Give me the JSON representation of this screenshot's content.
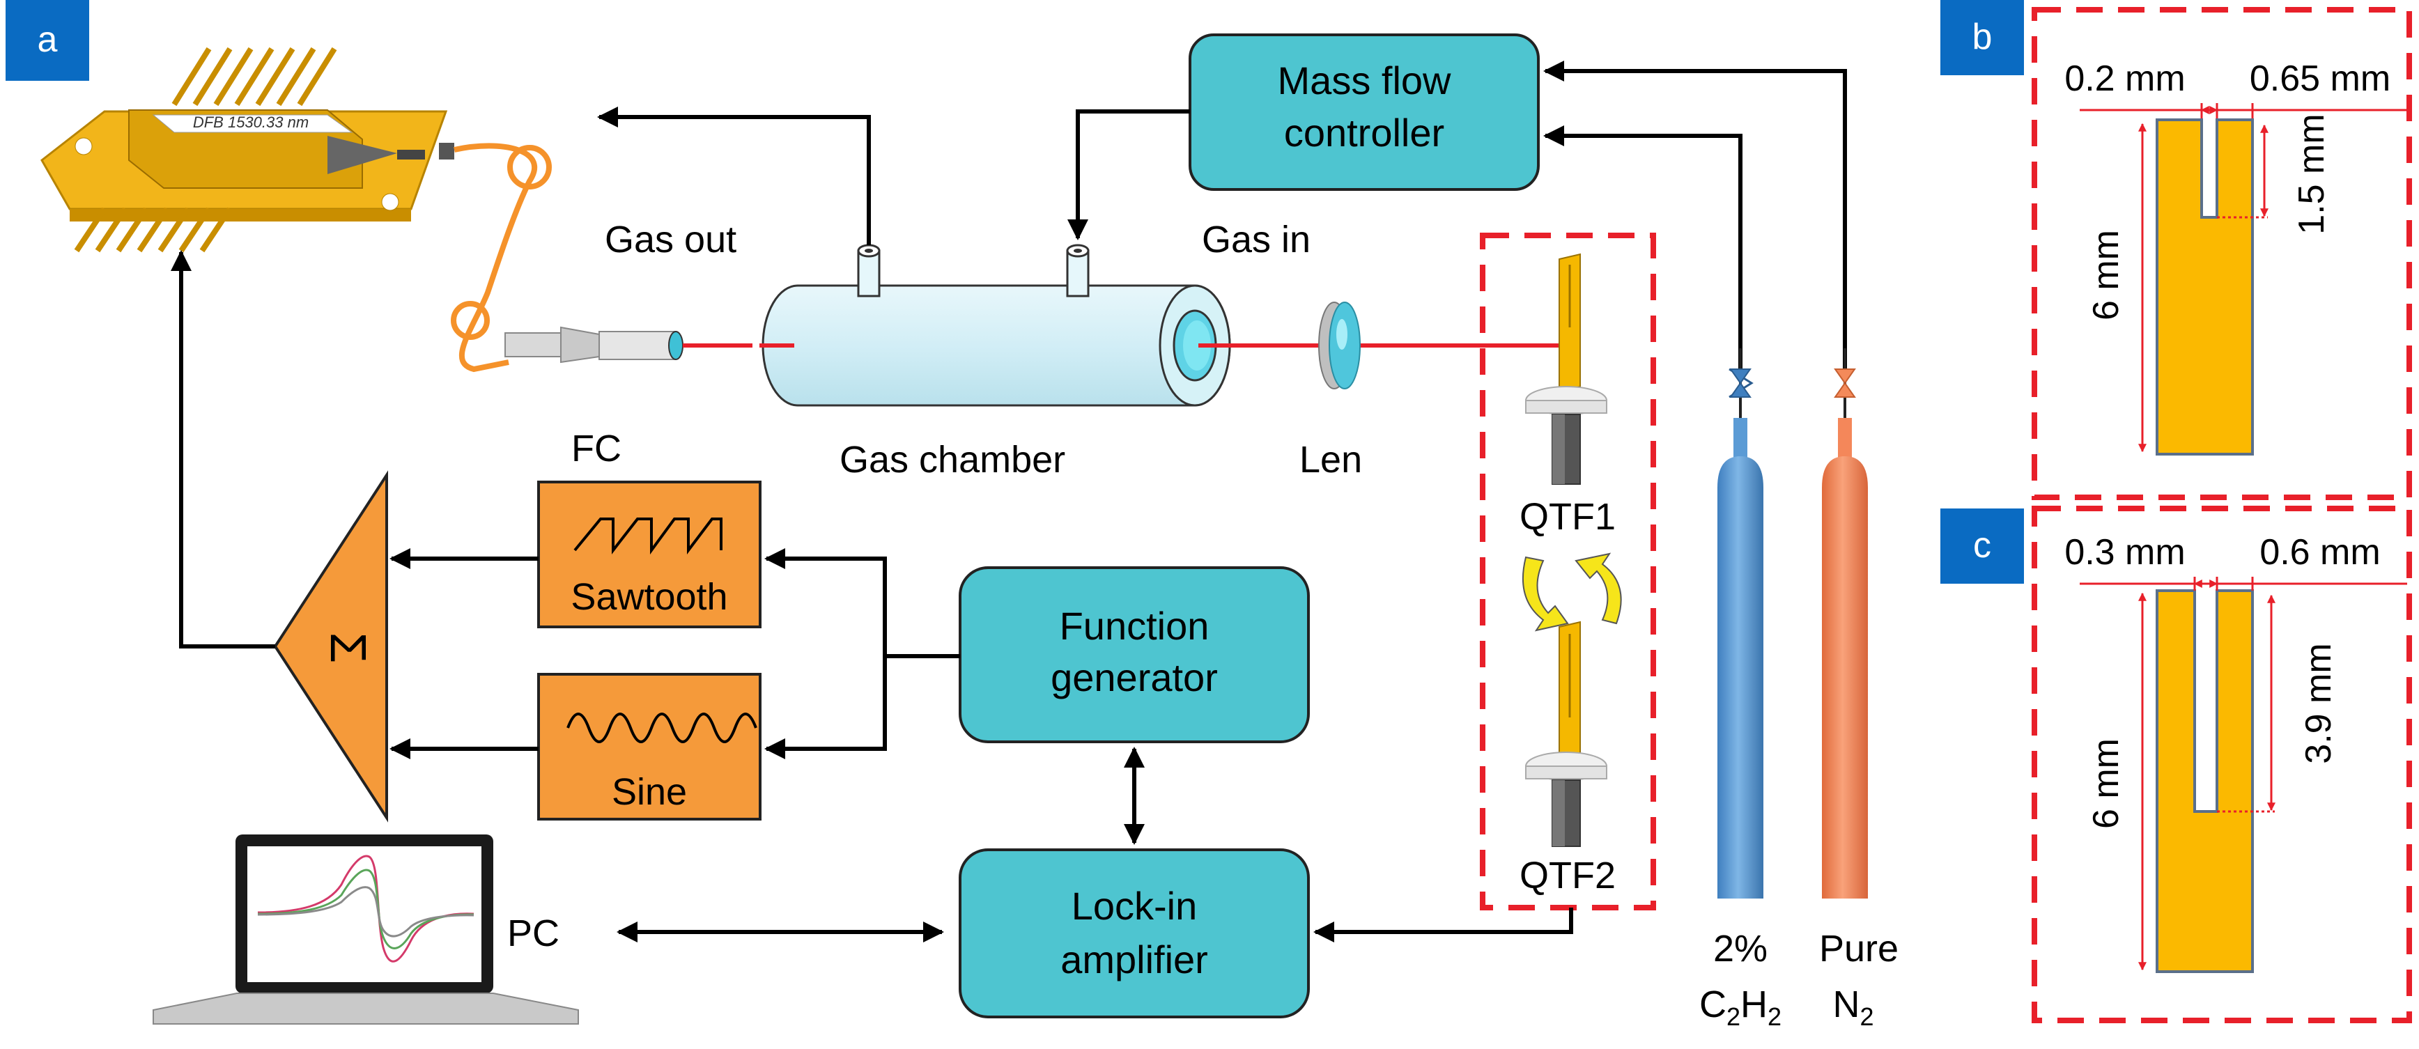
{
  "panels": {
    "a": "a",
    "b": "b",
    "c": "c"
  },
  "laser": {
    "label": "DFB 1530.33 nm"
  },
  "labels": {
    "gas_out": "Gas out",
    "gas_in": "Gas in",
    "gas_chamber": "Gas chamber",
    "len": "Len",
    "fc": "FC",
    "qtf1": "QTF1",
    "qtf2": "QTF2",
    "pc": "PC",
    "sum_symbol": "Σ"
  },
  "boxes": {
    "mass_flow_line1": "Mass flow",
    "mass_flow_line2": "controller",
    "function_gen_line1": "Function",
    "function_gen_line2": "generator",
    "lockin_line1": "Lock-in",
    "lockin_line2": "amplifier",
    "sawtooth": "Sawtooth",
    "sine": "Sine"
  },
  "cylinders": {
    "c2h2_line1": "2%",
    "c2h2_line2_a": "C",
    "c2h2_sub1": "2",
    "c2h2_line2_b": "H",
    "c2h2_sub2": "2",
    "n2_line1": "Pure",
    "n2_line2": "N",
    "n2_sub": "2"
  },
  "panel_b": {
    "gap": "0.2 mm",
    "prong": "0.65 mm",
    "slot": "1.5 mm",
    "length": "6 mm"
  },
  "panel_c": {
    "gap": "0.3 mm",
    "prong": "0.6 mm",
    "slot": "3.9 mm",
    "length": "6 mm"
  },
  "colors": {
    "panel_tag": "#0a6bc2",
    "box_fill": "#4ec5d0",
    "orange_fill": "#f59a3a",
    "qtf_gold": "#fbb900",
    "dash_red": "#e8202a",
    "beam_red": "#e8202a",
    "c2h2_cyl": "#5b9bd5",
    "n2_cyl": "#f4875a"
  }
}
